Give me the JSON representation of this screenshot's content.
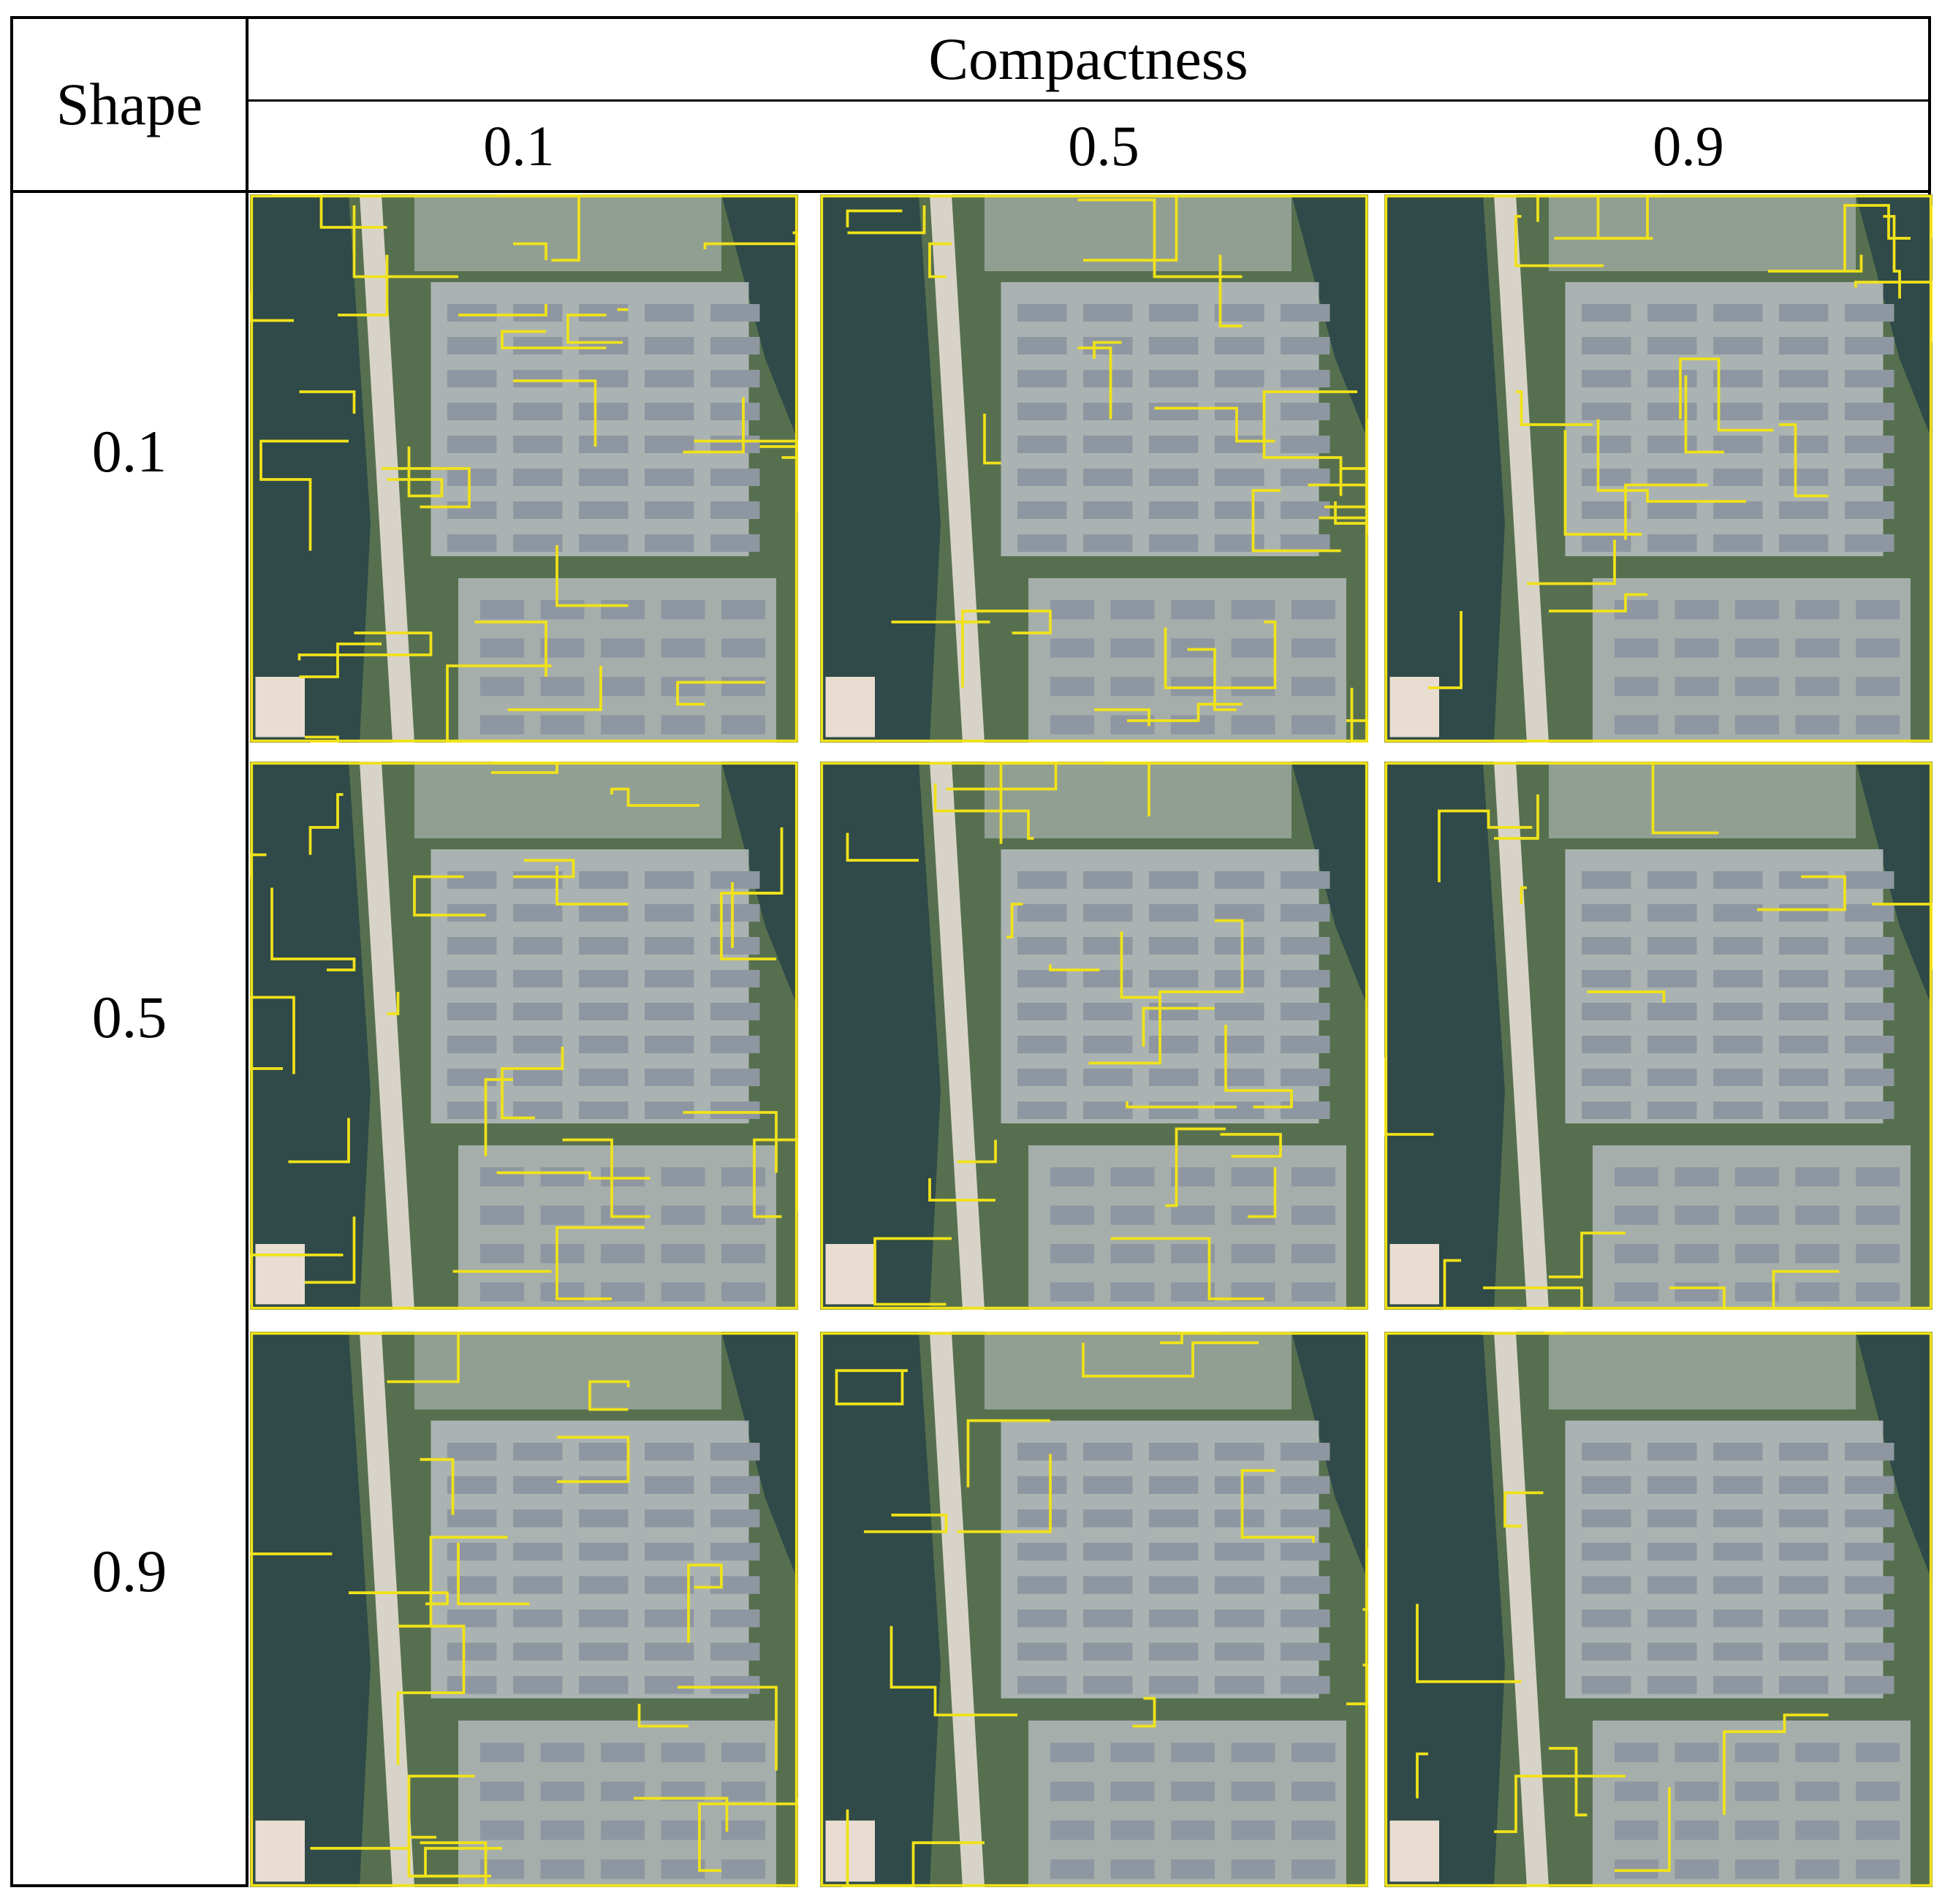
{
  "table": {
    "corner_label": "Shape",
    "column_group_label": "Compactness",
    "columns": [
      {
        "label": "0.1"
      },
      {
        "label": "0.5"
      },
      {
        "label": "0.9"
      }
    ],
    "rows": [
      {
        "label": "0.1"
      },
      {
        "label": "0.5"
      },
      {
        "label": "0.9"
      }
    ]
  },
  "colors": {
    "segment_outline": "#f0e21a",
    "water": "#2f4a48",
    "vegetation": "#56704f",
    "buildings": "#b9bec2",
    "roads": "#d8d3c8"
  }
}
